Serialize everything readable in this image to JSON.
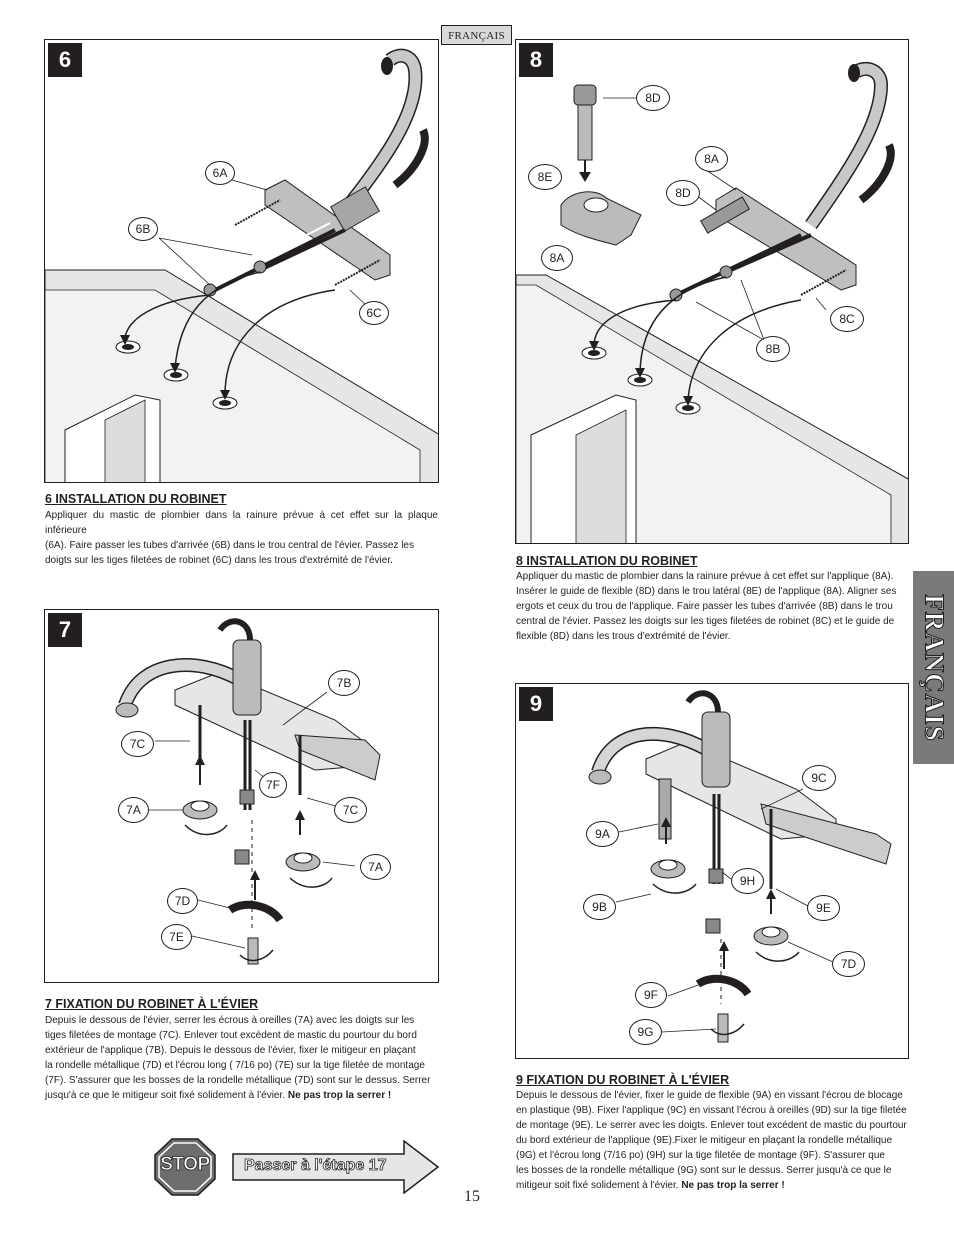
{
  "header": {
    "language_tag": "FRANÇAIS"
  },
  "side_tab": {
    "label": "FRANÇAIS"
  },
  "steps": {
    "s6": {
      "number": "6",
      "callouts": [
        "6A",
        "6B",
        "6C"
      ],
      "heading": "6  INSTALLATION DU ROBINET",
      "text": [
        "Appliquer du mastic de plombier dans la rainure prévue à cet effet sur la plaque inférieure",
        "(6A). Faire passer les tubes d'arrivée (6B) dans le trou central de l'évier. Passez les",
        "doigts sur les tiges filetées de robinet (6C) dans les trous d'extrémité de l'évier."
      ]
    },
    "s7": {
      "number": "7",
      "callouts": [
        "7B",
        "7C",
        "7F",
        "7A",
        "7C",
        "7A",
        "7D",
        "7E"
      ],
      "heading": "7  FIXATION DU ROBINET À L'ÉVIER",
      "text": [
        "Depuis le dessous de l'évier, serrer les écrous à oreilles (7A) avec les doigts sur les",
        "tiges filetées de montage (7C). Enlever tout excédent de mastic du pourtour du bord",
        "extérieur de l'applique (7B). Depuis le dessous de l'évier, fixer le mitigeur en plaçant",
        "la rondelle métallique (7D) et l'écrou long ( 7/16 po) (7E) sur la tige filetée de montage",
        "(7F). S'assurer que les bosses de la rondelle métallique (7D) sont sur le dessus. Serrer",
        "jusqu'à ce que le mitigeur soit fixé solidement à l'évier."
      ],
      "warning": "Ne pas trop la serrer !"
    },
    "s8": {
      "number": "8",
      "callouts": [
        "8D",
        "8E",
        "8A",
        "8D",
        "8A",
        "8C",
        "8B"
      ],
      "heading": "8  INSTALLATION DU ROBINET",
      "text": [
        "Appliquer du mastic de plombier dans la rainure prévue à cet effet sur l'applique (8A).",
        "Insérer le guide de flexible (8D) dans le trou latéral (8E) de l'applique (8A). Aligner ses",
        "ergots et ceux  du trou de l'applique. Faire passer les tubes d'arrivée (8B) dans le trou",
        "central de l'évier. Passez les doigts sur les tiges filetées de robinet (8C) et le guide de",
        "flexible (8D) dans les trous d'extrémité de l'évier."
      ]
    },
    "s9": {
      "number": "9",
      "callouts": [
        "9C",
        "9A",
        "9H",
        "9B",
        "9E",
        "7D",
        "9F",
        "9G"
      ],
      "heading": "9  FIXATION DU ROBINET À L'ÉVIER",
      "text": [
        "Depuis le dessous de l'évier, fixer le guide de flexible (9A) en vissant l'écrou de blocage",
        "en plastique (9B). Fixer l'applique (9C) en vissant l'écrou à oreilles (9D) sur la tige filetée",
        "de montage (9E). Le serrer avec les doigts. Enlever tout excédent de mastic du pourtour",
        "du bord extérieur de l'applique (9E).Fixer le mitigeur en plaçant la rondelle métallique",
        "(9G) et l'écrou long (7/16 po) (9H) sur la tige filetée de montage (9F). S'assurer que",
        "les bosses de la rondelle métallique (9G) sont sur le dessus. Serrer jusqu'à ce que le",
        "mitigeur soit fixé solidement à l'évier."
      ],
      "warning": "Ne pas trop la serrer !"
    }
  },
  "footer": {
    "stop_label": "STOP",
    "goto_label": "Passer à l'étape 17",
    "page_number": "15"
  }
}
